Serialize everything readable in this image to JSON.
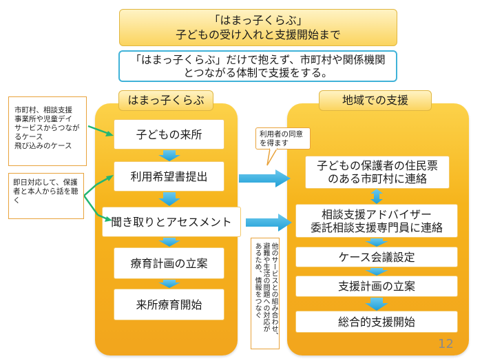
{
  "title": {
    "line1": "「はまっ子くらぶ」",
    "line2": "子どもの受け入れと支援開始まで"
  },
  "subtitle": {
    "line1": "「はまっ子くらぶ」だけで抱えず、市町村や関係機関",
    "line2": "とつながる体制で支援をする。"
  },
  "left_panel": {
    "header": "はまっ子くらぶ",
    "steps": [
      "子どもの来所",
      "利用希望書提出",
      "聞き取りとアセスメント",
      "療育計画の立案",
      "来所療育開始"
    ]
  },
  "right_panel": {
    "header": "地域での支援",
    "steps": [
      {
        "line1": "子どもの保護者の住民票",
        "line2": "のある市町村に連絡"
      },
      {
        "line1": "相談支援アドバイザー",
        "line2": "委託相談支援専門員に連絡"
      },
      {
        "line1": "ケース会議設定",
        "line2": ""
      },
      {
        "line1": "支援計画の立案",
        "line2": ""
      },
      {
        "line1": "総合的支援開始",
        "line2": ""
      }
    ]
  },
  "notes": {
    "referral": {
      "line1": "市町村、相談支援",
      "line2": "事業所や児童デイ",
      "line3": "サービスからつなが",
      "line4": "るケース",
      "line5": "飛び込みのケース"
    },
    "same_day": {
      "line1": "即日対応して、保護",
      "line2": "者と本人から話を聴",
      "line3": "く"
    },
    "consent": {
      "line1": "利用者の同意",
      "line2": "を得ます"
    },
    "vertical": {
      "col1": "他のサービスとの組み合わせ、",
      "col2": "避難や生活の問題への対応が",
      "col3": "あるため、情報をつなぐ"
    }
  },
  "page_number": "12",
  "colors": {
    "panel_gold": "#f6b41c",
    "arrow_cyan": "#29abe2",
    "note_border_orange": "#e8a23a",
    "box_border_cyan": "#3fb2d8"
  }
}
